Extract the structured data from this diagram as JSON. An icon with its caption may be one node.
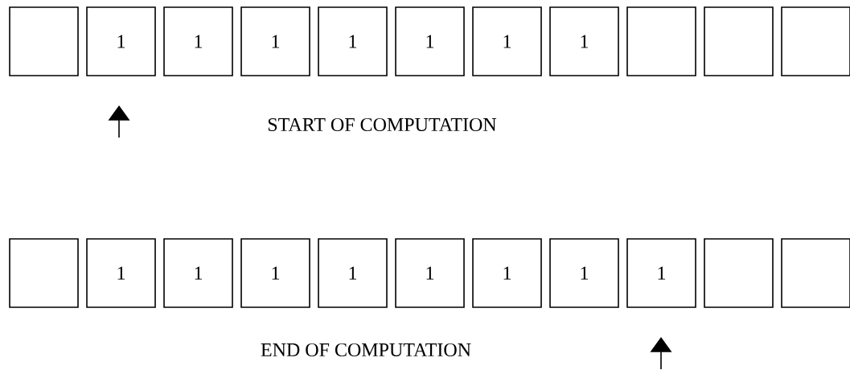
{
  "diagram": {
    "nodes": [
      {
        "text": [],
        "shape": "box"
      },
      {
        "text": [
          "1"
        ]
      },
      {
        "text": [
          "1"
        ]
      },
      {
        "text": [
          "1"
        ]
      },
      {
        "text": [
          "1"
        ]
      },
      {
        "text": [
          "1"
        ]
      },
      {
        "text": [
          "1"
        ]
      },
      {
        "text": [
          "1"
        ]
      },
      {
        "text": [],
        "shape": "box"
      },
      {
        "text": [],
        "shape": "box"
      },
      {
        "text": [],
        "shape": "box"
      },
      {
        "text": [],
        "shape": "box"
      },
      {
        "text": [
          "1"
        ]
      },
      {
        "text": [
          "1"
        ]
      },
      {
        "text": [
          "1"
        ]
      },
      {
        "text": [
          "1"
        ]
      },
      {
        "text": [
          "1"
        ]
      },
      {
        "text": [
          "1"
        ]
      },
      {
        "text": [
          "1"
        ]
      },
      {
        "text": [
          "1"
        ]
      },
      {
        "text": [],
        "shape": "box"
      },
      {
        "text": [],
        "shape": "box"
      }
    ],
    "labels": [
      "START OF COMPUTATION",
      "END OF COMPUTATION"
    ]
  }
}
